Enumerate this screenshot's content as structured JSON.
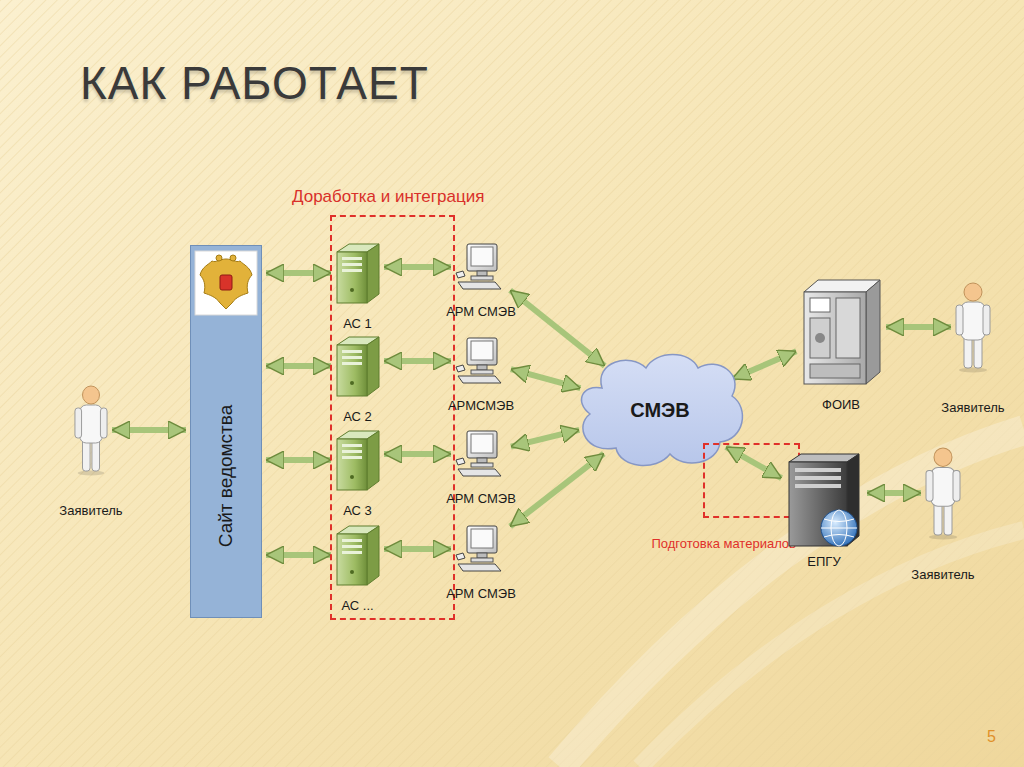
{
  "diagram": {
    "title": "КАК РАБОТАЕТ",
    "nodes": [
      {
        "text": [
          "Заявитель"
        ]
      },
      {
        "text": [
          "Сайт ведомства"
        ]
      },
      {
        "text": [
          "Доработка и интеграция"
        ]
      },
      {
        "text": [
          "АС 1"
        ],
        "in": 2
      },
      {
        "text": [
          "АС 2"
        ],
        "in": 2
      },
      {
        "text": [
          "АС 3"
        ],
        "in": 2
      },
      {
        "text": [
          "АС ..."
        ],
        "in": 2
      },
      {
        "text": [
          "АРМ СМЭВ"
        ]
      },
      {
        "text": [
          "АРМСМЭВ"
        ]
      },
      {
        "text": [
          "АРМ СМЭВ"
        ]
      },
      {
        "text": [
          "АРМ СМЭВ"
        ]
      },
      {
        "text": [
          "СМЭВ"
        ]
      },
      {
        "text": [
          "ФОИВ"
        ]
      },
      {
        "text": [
          "Заявитель"
        ]
      },
      {
        "text": [
          "Подготовка материалов"
        ]
      },
      {
        "text": [
          "ЕПГУ"
        ]
      },
      {
        "text": [
          "Заявитель"
        ]
      }
    ],
    "edges": [
      {
        "from": 0,
        "to": 1,
        "arrow": "both"
      },
      {
        "from": 1,
        "to": 3,
        "arrow": "both"
      },
      {
        "from": 1,
        "to": 4,
        "arrow": "both"
      },
      {
        "from": 1,
        "to": 5,
        "arrow": "both"
      },
      {
        "from": 1,
        "to": 6,
        "arrow": "both"
      },
      {
        "from": 3,
        "to": 7,
        "arrow": "both"
      },
      {
        "from": 4,
        "to": 8,
        "arrow": "both"
      },
      {
        "from": 5,
        "to": 9,
        "arrow": "both"
      },
      {
        "from": 6,
        "to": 10,
        "arrow": "both"
      },
      {
        "from": 7,
        "to": 11,
        "arrow": "both"
      },
      {
        "from": 8,
        "to": 11,
        "arrow": "both"
      },
      {
        "from": 9,
        "to": 11,
        "arrow": "both"
      },
      {
        "from": 10,
        "to": 11,
        "arrow": "both"
      },
      {
        "from": 11,
        "to": 12,
        "arrow": "both"
      },
      {
        "from": 12,
        "to": 13,
        "arrow": "both"
      },
      {
        "from": 11,
        "to": 15,
        "arrow": "both"
      },
      {
        "from": 15,
        "to": 16,
        "arrow": "both"
      }
    ],
    "labels": [
      "5"
    ]
  }
}
